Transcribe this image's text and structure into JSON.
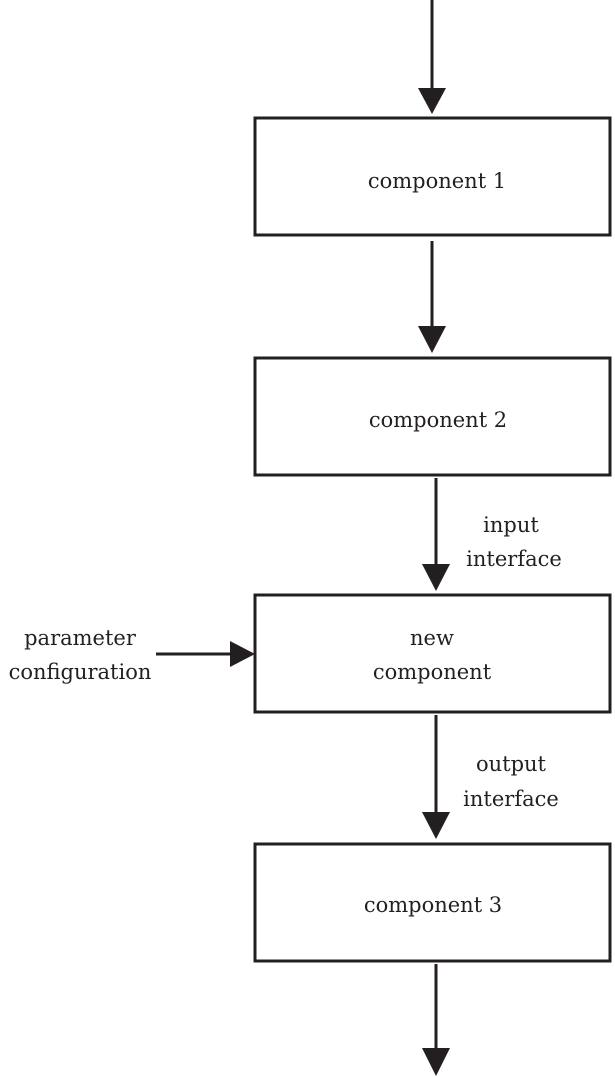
{
  "diagram": {
    "nodes": {
      "component_1": "component 1",
      "component_2": "component 2",
      "new_component_line1": "new",
      "new_component_line2": "component",
      "component_3": "component 3"
    },
    "edge_labels": {
      "input_interface_line1": "input",
      "input_interface_line2": "interface",
      "output_interface_line1": "output",
      "output_interface_line2": "interface",
      "parameter_configuration_line1": "parameter",
      "parameter_configuration_line2": "configuration"
    },
    "colors": {
      "stroke": "#231f20",
      "background": "#ffffff"
    }
  }
}
